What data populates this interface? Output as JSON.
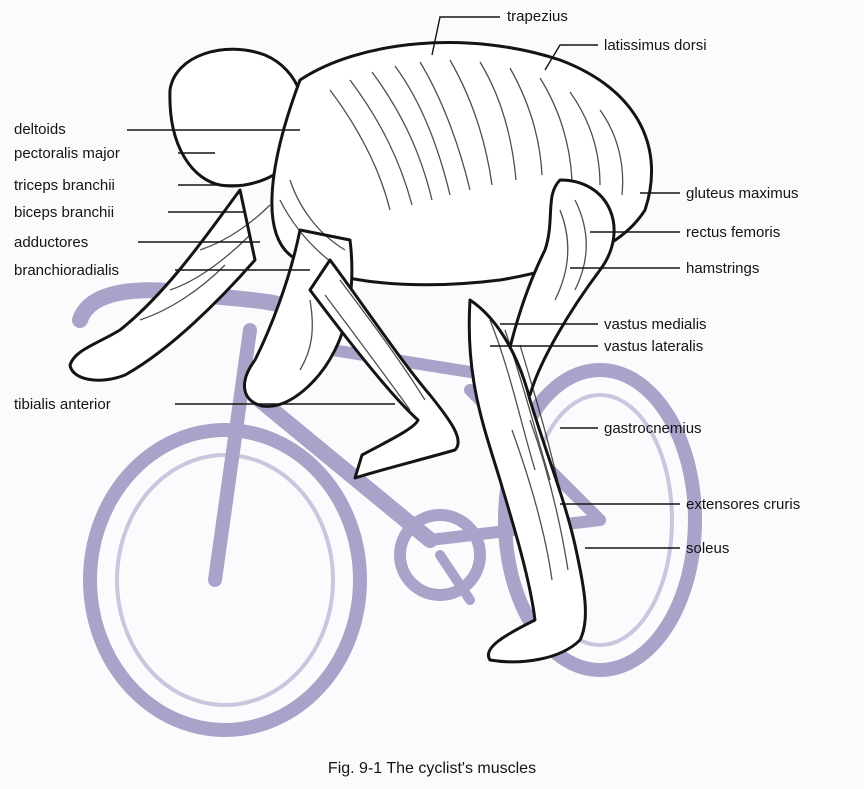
{
  "figure": {
    "caption": "Fig. 9-1 The cyclist's muscles",
    "colors": {
      "bicycle": "#a9a3c9",
      "ink": "#141414",
      "paper": "#fbfbfd"
    },
    "labels_left": [
      "deltoids",
      "pectoralis major",
      "triceps branchii",
      "biceps branchii",
      "adductores",
      "branchioradialis",
      "tibialis anterior"
    ],
    "labels_right": [
      "trapezius",
      "latissimus dorsi",
      "gluteus maximus",
      "rectus femoris",
      "hamstrings",
      "vastus medialis",
      "vastus lateralis",
      "gastrocnemius",
      "extensores cruris",
      "soleus"
    ]
  }
}
